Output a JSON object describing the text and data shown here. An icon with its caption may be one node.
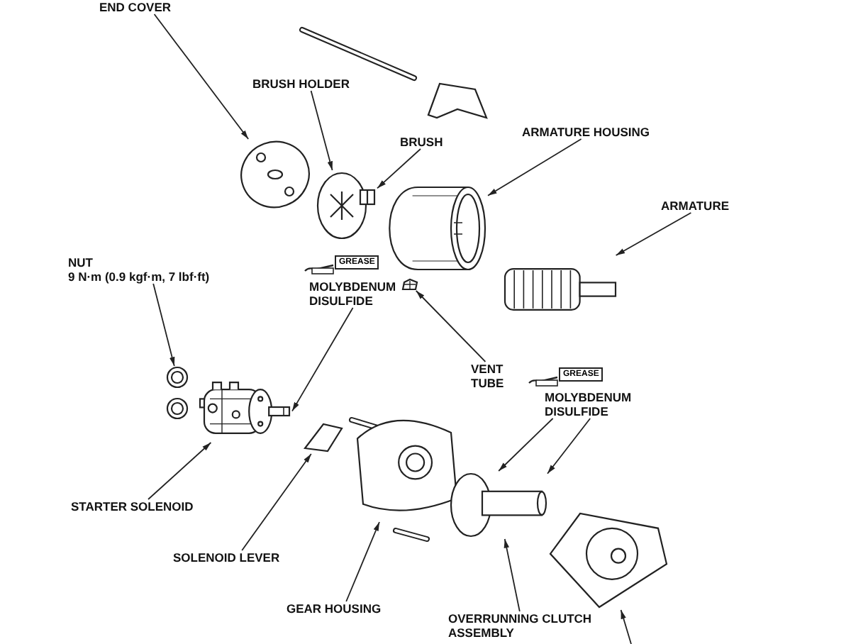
{
  "diagram": {
    "nodes": [
      {
        "text": [
          "END COVER"
        ]
      },
      {
        "text": [],
        "shape": "picture"
      },
      {
        "text": [
          "BRUSH HOLDER"
        ]
      },
      {
        "text": [],
        "shape": "picture"
      },
      {
        "text": [
          "BRUSH"
        ]
      },
      {
        "text": [],
        "shape": "picture"
      },
      {
        "text": [
          "ARMATURE HOUSING"
        ]
      },
      {
        "text": [],
        "shape": "picture"
      },
      {
        "text": [
          "ARMATURE"
        ]
      },
      {
        "text": [],
        "shape": "picture"
      },
      {
        "text": [
          "NUT",
          "9 N·m (0.9 kgf·m, 7 lbf·ft)"
        ]
      },
      {
        "text": [],
        "shape": "picture"
      },
      {
        "text": [
          "MOLYBDENUM DISULFIDE"
        ]
      },
      {
        "text": [
          "VENT TUBE"
        ]
      },
      {
        "text": [],
        "shape": "picture"
      },
      {
        "text": [
          "MOLYBDENUM DISULFIDE"
        ]
      },
      {
        "text": [
          "STARTER SOLENOID"
        ]
      },
      {
        "text": [],
        "shape": "picture"
      },
      {
        "text": [
          "SOLENOID LEVER"
        ]
      },
      {
        "text": [],
        "shape": "picture"
      },
      {
        "text": [
          "GEAR HOUSING"
        ]
      },
      {
        "text": [],
        "shape": "picture"
      },
      {
        "text": [],
        "shape": "picture"
      },
      {
        "text": [
          "OVERRUNNING CLUTCH ASSEMBLY"
        ]
      },
      {
        "text": [],
        "shape": "picture"
      }
    ],
    "edges": [
      {
        "from": 0,
        "to": 1,
        "arrow": "to"
      },
      {
        "from": 2,
        "to": 3,
        "arrow": "to"
      },
      {
        "from": 4,
        "to": 5,
        "arrow": "to"
      },
      {
        "from": 6,
        "to": 7,
        "arrow": "to"
      },
      {
        "from": 8,
        "to": 9,
        "arrow": "to"
      },
      {
        "from": 10,
        "to": 11,
        "arrow": "to"
      },
      {
        "from": 12,
        "to": 17,
        "arrow": "to"
      },
      {
        "from": 13,
        "to": 14,
        "arrow": "to"
      },
      {
        "from": 15,
        "to": 22,
        "arrow": "to"
      },
      {
        "from": 15,
        "to": 22,
        "arrow": "to"
      },
      {
        "from": 16,
        "to": 17,
        "arrow": "to"
      },
      {
        "from": 18,
        "to": 19,
        "arrow": "to"
      },
      {
        "from": 20,
        "to": 21,
        "arrow": "to"
      },
      {
        "from": 23,
        "to": 22,
        "arrow": "to"
      },
      {
        "from": null,
        "to": 24,
        "arrow": "to"
      }
    ],
    "labels": [
      "GREASE",
      "GREASE"
    ]
  }
}
